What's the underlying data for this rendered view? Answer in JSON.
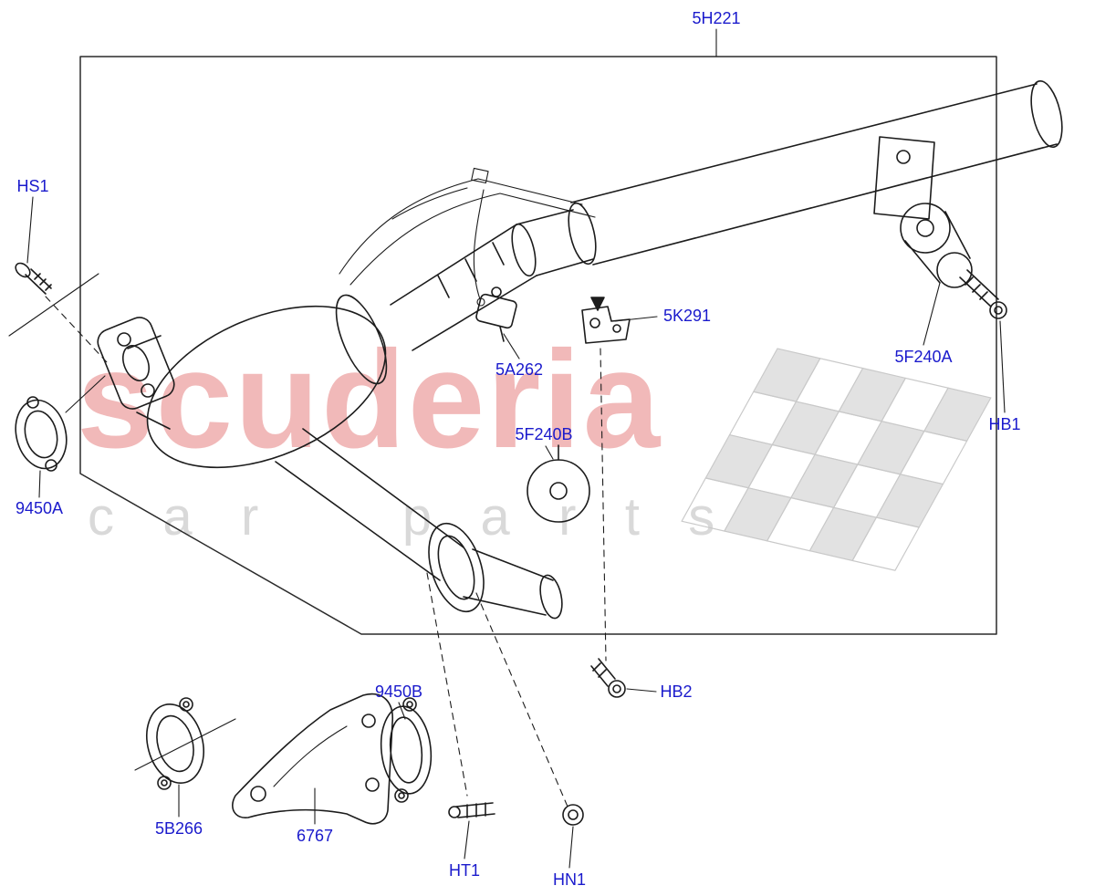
{
  "watermark": {
    "brand": "scuderia",
    "subtitle": "car parts"
  },
  "labels": {
    "5H221": "5H221",
    "HS1": "HS1",
    "5K291": "5K291",
    "5A262": "5A262",
    "5F240A": "5F240A",
    "HB1": "HB1",
    "5F240B": "5F240B",
    "9450A": "9450A",
    "HB2": "HB2",
    "9450B": "9450B",
    "5B266": "5B266",
    "6767": "6767",
    "HT1": "HT1",
    "HN1": "HN1"
  },
  "colors": {
    "label_blue": "#1a1acc",
    "line_black": "#1c1c1c",
    "watermark_red": "#df6464",
    "watermark_gray": "#d9d9d9",
    "flag_gray": "#e2e2e2"
  }
}
